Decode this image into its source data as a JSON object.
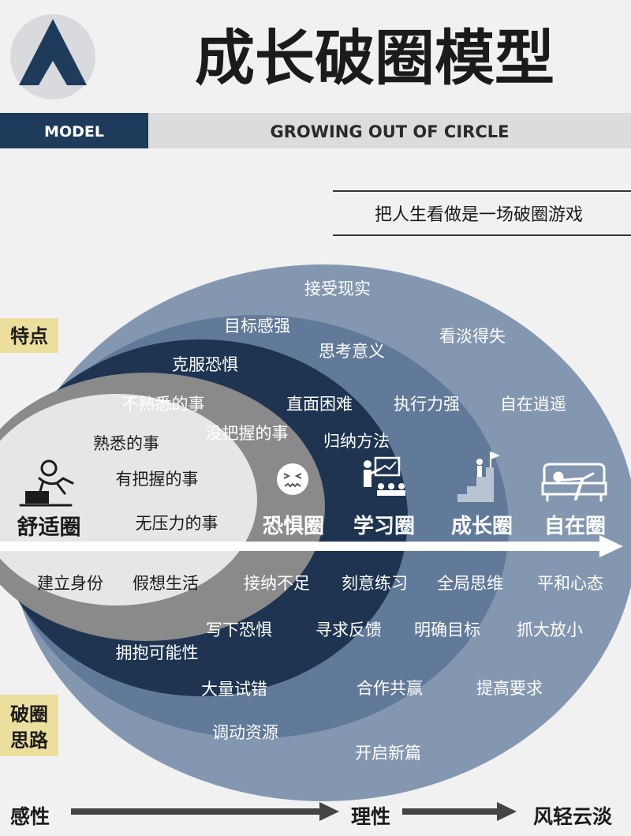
{
  "header": {
    "title": "成长破圈模型",
    "model_label": "MODEL",
    "subtitle_en": "GROWING OUT OF CIRCLE",
    "tagline": "把人生看做是一场破圈游戏"
  },
  "side_labels": {
    "features": "特点",
    "breakthrough_line1": "破圈",
    "breakthrough_line2": "思路"
  },
  "zones": [
    {
      "name": "舒适圈",
      "icon": "person-at-laptop-icon"
    },
    {
      "name": "恐惧圈",
      "icon": "anxious-face-icon"
    },
    {
      "name": "学习圈",
      "icon": "teacher-at-board-icon"
    },
    {
      "name": "成长圈",
      "icon": "climbing-stairs-flag-icon"
    },
    {
      "name": "自在圈",
      "icon": "relaxing-sofa-icon"
    }
  ],
  "features": {
    "comfort": [
      "熟悉的事",
      "有把握的事",
      "无压力的事"
    ],
    "fear": [
      "不熟悉的事",
      "没把握的事"
    ],
    "learning": [
      "克服恐惧",
      "直面困难",
      "归纳方法"
    ],
    "growth": [
      "目标感强",
      "思考意义",
      "执行力强"
    ],
    "freedom": [
      "接受现实",
      "看淡得失",
      "自在逍遥"
    ]
  },
  "methods": {
    "comfort": [
      "建立身份",
      "假想生活"
    ],
    "fear": [
      "接纳不足",
      "写下恐惧",
      "拥抱可能性"
    ],
    "learning": [
      "刻意练习",
      "寻求反馈",
      "大量试错"
    ],
    "growth": [
      "全局思维",
      "明确目标",
      "合作共赢",
      "调动资源"
    ],
    "freedom": [
      "平和心态",
      "抓大放小",
      "提高要求",
      "开启新篇"
    ]
  },
  "progression": [
    "感性",
    "理性",
    "风轻云淡"
  ],
  "colors": {
    "navy": "#223e5c",
    "deep_navy": "#1d3350",
    "mid_blue": "#627a99",
    "light_blue": "#8497b0",
    "gray": "#8a8a8a",
    "light_gray": "#e6e6e6",
    "label_bg": "#ecdf9d",
    "text_dark": "#1b1b1b"
  }
}
